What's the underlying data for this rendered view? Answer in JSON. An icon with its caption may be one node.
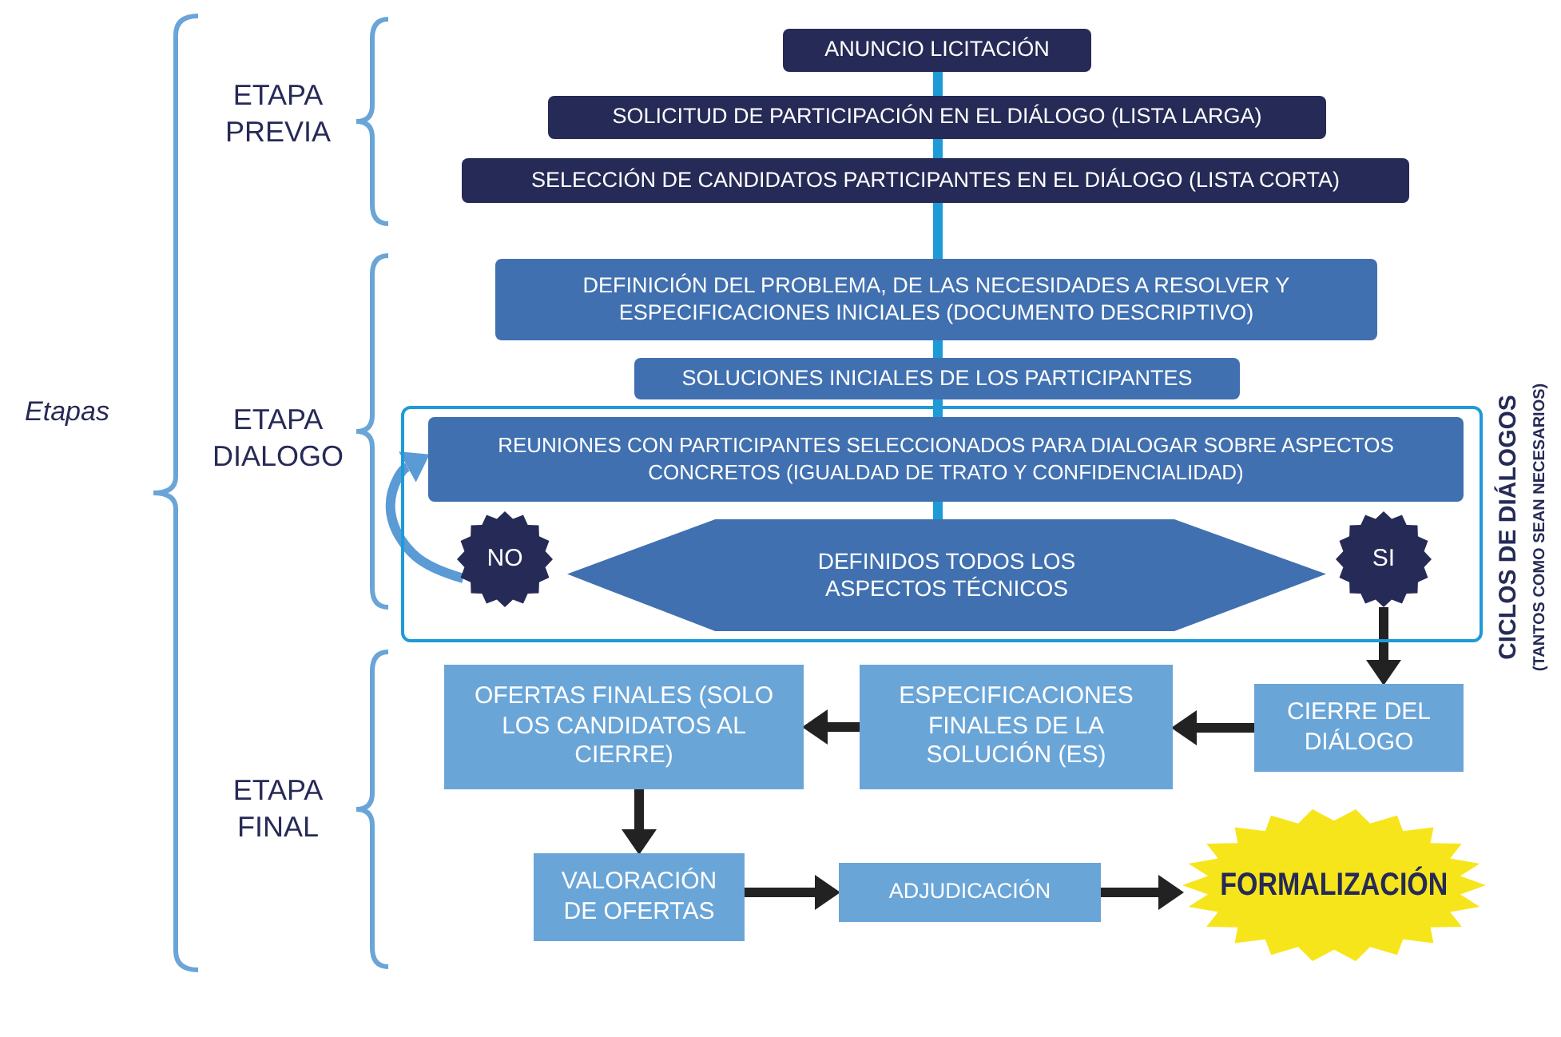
{
  "diagram": {
    "nodes": [
      {
        "text": [
          "ANUNCIO LICITACIÓN"
        ]
      },
      {
        "text": [
          "SOLICITUD DE PARTICIPACIÓN EN EL DIÁLOGO (LISTA LARGA)"
        ]
      },
      {
        "text": [
          "SELECCIÓN DE CANDIDATOS PARTICIPANTES EN EL DIÁLOGO (LISTA CORTA)"
        ]
      },
      {
        "text": [
          "DEFINICIÓN DEL PROBLEMA, DE LAS NECESIDADES A RESOLVER Y ESPECIFICACIONES INICIALES (DOCUMENTO DESCRIPTIVO)"
        ]
      },
      {
        "text": [
          "SOLUCIONES INICIALES DE LOS PARTICIPANTES"
        ]
      },
      {
        "text": [],
        "shape": "box"
      },
      {
        "text": [
          "REUNIONES CON PARTICIPANTES SELECCIONADOS PARA DIALOGAR SOBRE ASPECTOS CONCRETOS (IGUALDAD DE TRATO Y CONFIDENCIALIDAD)"
        ],
        "in": 5
      },
      {
        "text": [
          "NO"
        ],
        "in": 5
      },
      {
        "text": [
          "DEFINIDOS TODOS LOS ASPECTOS TÉCNICOS"
        ],
        "in": 5
      },
      {
        "text": [
          "SI"
        ],
        "in": 5
      },
      {
        "text": [
          "CIERRE DEL DIÁLOGO"
        ]
      },
      {
        "text": [
          "ESPECIFICACIONES FINALES DE LA SOLUCIÓN (ES)"
        ]
      },
      {
        "text": [
          "OFERTAS FINALES (SOLO LOS CANDIDATOS AL CIERRE)"
        ]
      },
      {
        "text": [
          "VALORACIÓN DE OFERTAS"
        ]
      },
      {
        "text": [
          "ADJUDICACIÓN"
        ]
      },
      {
        "text": [
          "FORMALIZACIÓN"
        ]
      }
    ],
    "edges": [
      {
        "from": 0,
        "to": 1,
        "arrow": "none",
        "color": "#1e9ad6"
      },
      {
        "from": 1,
        "to": 2,
        "arrow": "none",
        "color": "#1e9ad6"
      },
      {
        "from": 2,
        "to": 3,
        "arrow": "none",
        "color": "#1e9ad6"
      },
      {
        "from": 3,
        "to": 4,
        "arrow": "none",
        "color": "#1e9ad6"
      },
      {
        "from": 4,
        "to": 6,
        "arrow": "none",
        "color": "#1e9ad6"
      },
      {
        "from": 6,
        "to": 8,
        "arrow": "none",
        "color": "#1e9ad6"
      },
      {
        "from": 7,
        "to": 6,
        "arrow": "to",
        "color": "#5b9bd5"
      },
      {
        "from": 9,
        "to": 10,
        "arrow": "to",
        "color": "#222222"
      },
      {
        "from": 10,
        "to": 11,
        "arrow": "to",
        "color": "#222222"
      },
      {
        "from": 11,
        "to": 12,
        "arrow": "to",
        "color": "#222222"
      },
      {
        "from": 12,
        "to": 13,
        "arrow": "to",
        "color": "#222222"
      },
      {
        "from": 13,
        "to": 14,
        "arrow": "to",
        "color": "#222222"
      },
      {
        "from": 14,
        "to": 15,
        "arrow": "to",
        "color": "#222222"
      }
    ],
    "labels": [
      "ETAPA PREVIA",
      "Etapas",
      "ETAPA DIALOGO",
      "CICLOS DE DIÁLOGOS",
      "(TANTOS COMO SEAN NECESARIOS)",
      "ETAPA FINAL"
    ]
  }
}
